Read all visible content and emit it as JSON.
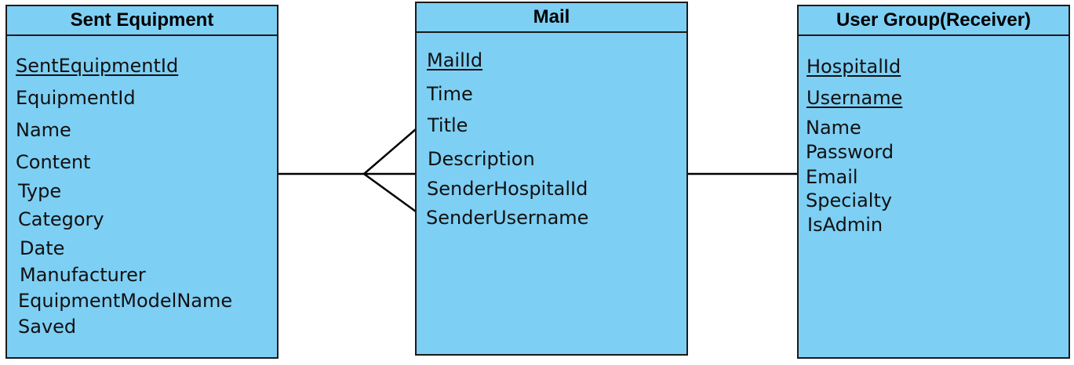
{
  "entities": {
    "sent_equipment": {
      "title": "Sent Equipment",
      "key_attributes": [
        "SentEquipmentId"
      ],
      "attributes": [
        "EquipmentId",
        "Name",
        "Content",
        "Type",
        "Category",
        "Date",
        "Manufacturer",
        "EquipmentModelName",
        "Saved"
      ]
    },
    "mail": {
      "title": "Mail",
      "key_attributes": [
        "MailId"
      ],
      "attributes": [
        "Time",
        "Title",
        "Description",
        "SenderHospitalId",
        "SenderUsername"
      ]
    },
    "user_group": {
      "title": "User Group(Receiver)",
      "key_attributes": [
        "HospitalId",
        "Username"
      ],
      "attributes": [
        "Name",
        "Password",
        "Email",
        "Specialty",
        "IsAdmin"
      ]
    }
  },
  "relationships": [
    {
      "from": "Sent Equipment",
      "to": "Mail",
      "cardinality": "many-at-mail"
    },
    {
      "from": "Mail",
      "to": "User Group(Receiver)",
      "cardinality": "one-to-one"
    }
  ],
  "colors": {
    "entity_fill": "#7ecff4",
    "border": "#1a1a1a",
    "line": "#000000"
  }
}
